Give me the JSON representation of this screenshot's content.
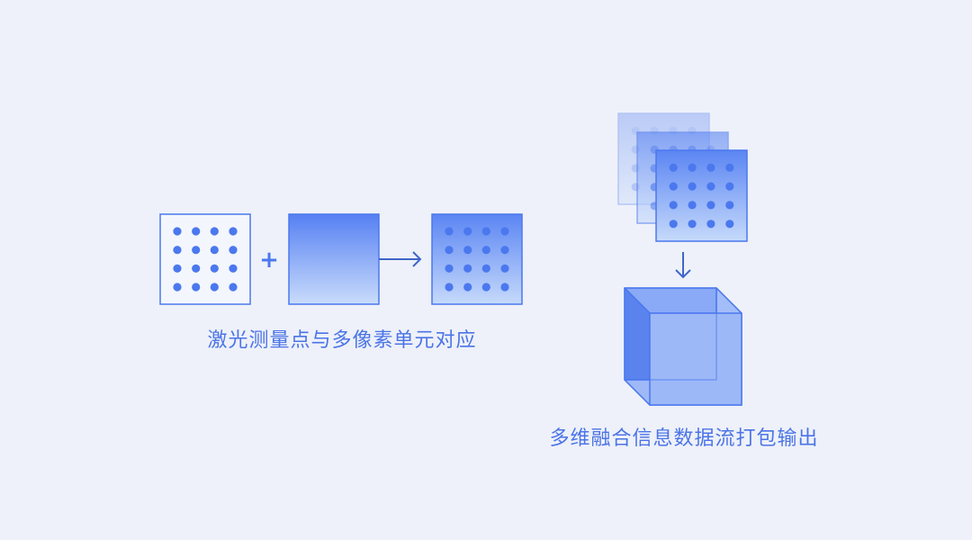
{
  "diagram": {
    "accent_color": "#4b78ee",
    "arrow_color": "#3f66c8",
    "caption_color": "#4b74e6",
    "left_caption": "激光测量点与多像素单元对应",
    "right_caption": "多维融合信息数据流打包输出",
    "operator_symbol": "+",
    "grid_dot_rows": 4,
    "grid_dot_cols": 4,
    "layer_count": 3,
    "icons": [
      "laser-points-grid-icon",
      "pixel-gradient-icon",
      "fused-grid-icon",
      "stacked-layers-icon",
      "output-cube-icon",
      "right-arrow-icon",
      "down-arrow-icon"
    ]
  }
}
